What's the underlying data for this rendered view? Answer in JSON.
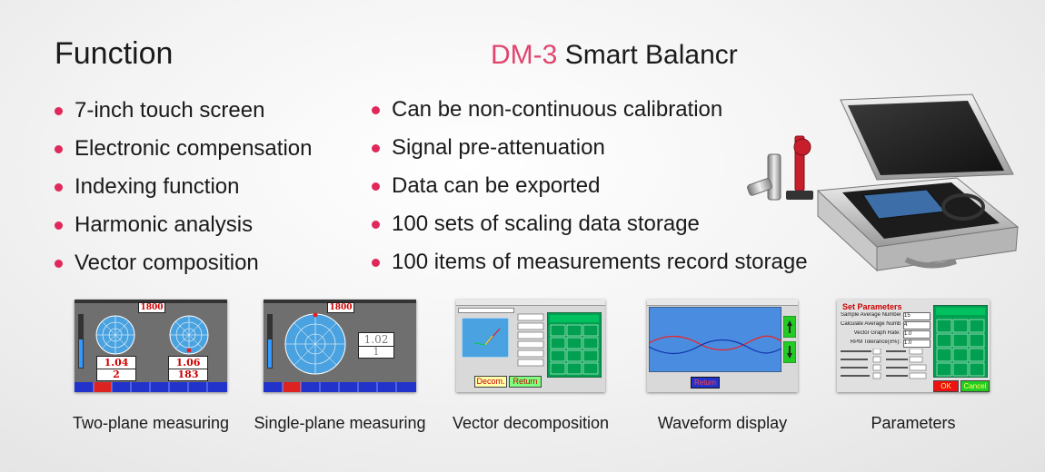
{
  "heading": "Function",
  "title": {
    "model": "DM-3",
    "name": "Smart Balancr"
  },
  "features_left": [
    "7-inch touch screen",
    "Electronic compensation",
    "Indexing function",
    "Harmonic analysis",
    "Vector composition"
  ],
  "features_right": [
    "Can be non-continuous calibration",
    "Signal pre-attenuation",
    "Data can be exported",
    "100 sets of scaling data storage",
    "100 items of measurements record storage"
  ],
  "screens": {
    "two_plane": {
      "caption": "Two-plane measuring",
      "rpm": "1800",
      "left_values": [
        "1.04",
        "2"
      ],
      "right_values": [
        "1.06",
        "183"
      ]
    },
    "single_plane": {
      "caption": "Single-plane measuring",
      "rpm": "1800",
      "values": [
        "1.02",
        "1"
      ]
    },
    "vector": {
      "caption": "Vector decomposition",
      "buttons": [
        "Decom.",
        "Return"
      ]
    },
    "waveform": {
      "caption": "Waveform display",
      "button": "Return"
    },
    "parameters": {
      "caption": "Parameters",
      "title": "Set Parameters",
      "fields": [
        {
          "label": "Sample Average Number:",
          "value": "15"
        },
        {
          "label": "Calculate Average Number:",
          "value": "4"
        },
        {
          "label": "Vector Graph Rate:",
          "value": "1.0"
        },
        {
          "label": "RPM Tolerance(±%):",
          "value": "1.0"
        }
      ],
      "buttons": [
        "OK",
        "Cancel"
      ]
    }
  },
  "colors": {
    "accent": "#e0456e",
    "bullet": "#e0285a",
    "screen_bg": "#6e6e6e",
    "green_panel": "#00a050"
  }
}
